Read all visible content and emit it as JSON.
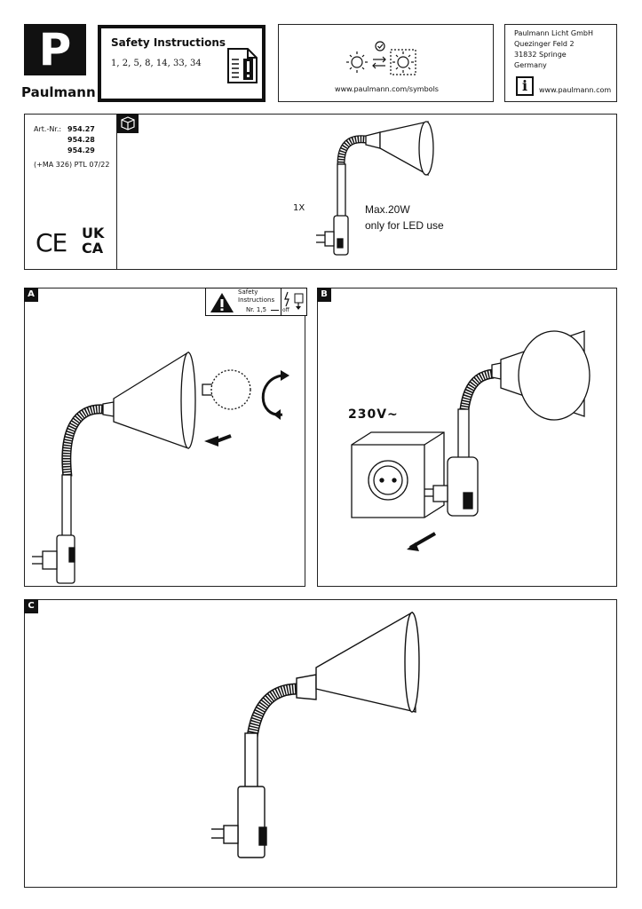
{
  "brand": {
    "logo_letter": "P",
    "name": "Paulmann"
  },
  "safety": {
    "title": "Safety Instructions",
    "numbers": "1, 2, 5, 8, 14, 33, 34"
  },
  "symbols": {
    "url": "www.paulmann.com/symbols"
  },
  "company": {
    "name": "Paulmann Licht GmbH",
    "street": "Quezinger Feld 2",
    "city": "31832 Springe",
    "country": "Germany",
    "info_glyph": "i",
    "website": "www.paulmann.com"
  },
  "article": {
    "label": "Art.-Nr.:",
    "numbers": [
      "954.27",
      "954.28",
      "954.29"
    ],
    "code": "(+MA 326) PTL  07/22"
  },
  "marks": {
    "ce": "CE",
    "ukca_top": "UK",
    "ukca_bottom": "CA"
  },
  "contents": {
    "quantity": "1X",
    "max_power": "Max.20W",
    "led_note": "only for LED use"
  },
  "panels": {
    "a": {
      "label": "A",
      "safety_line1": "Safety",
      "safety_line2": "Instructions",
      "safety_ref": "Nr. 1,5",
      "off_label": "off"
    },
    "b": {
      "label": "B",
      "voltage": "230V~"
    },
    "c": {
      "label": "C"
    }
  }
}
